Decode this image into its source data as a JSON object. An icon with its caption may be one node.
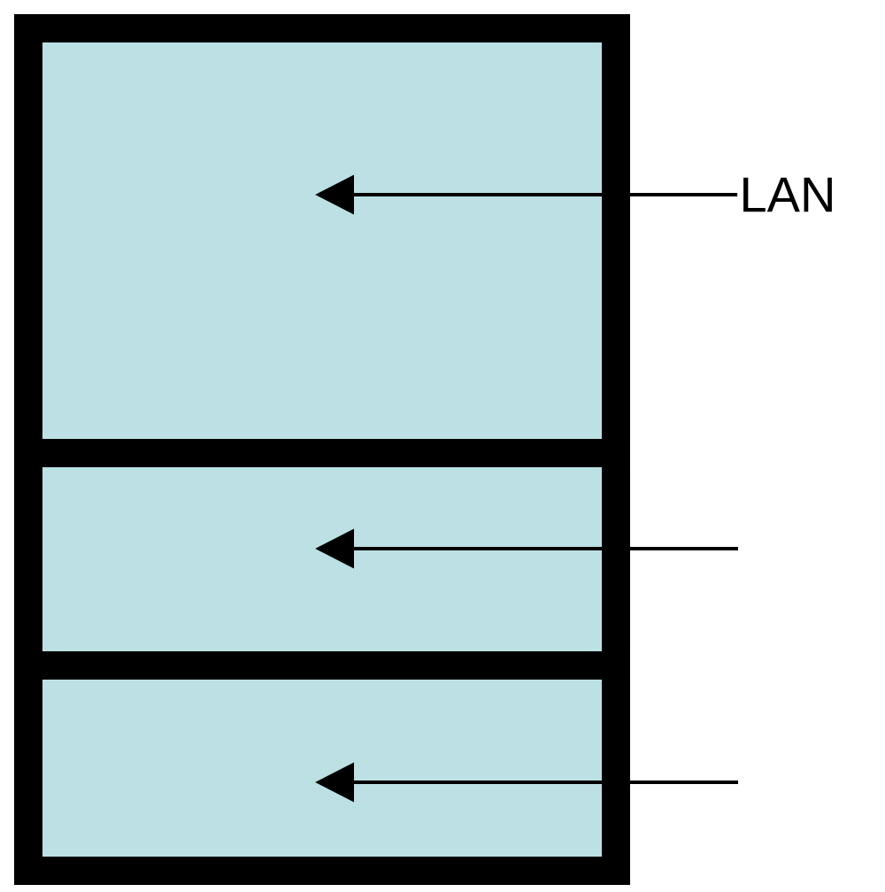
{
  "diagram": {
    "nodes": [
      {
        "text": [],
        "shape": "box"
      },
      {
        "text": [],
        "shape": "box"
      },
      {
        "text": [],
        "shape": "box"
      },
      {
        "text": [
          "LAN"
        ]
      }
    ],
    "edges": [
      {
        "from": 3,
        "to": 0,
        "arrow": "to"
      },
      {
        "from": null,
        "to": 1,
        "arrow": "to"
      },
      {
        "from": null,
        "to": 2,
        "arrow": "to"
      }
    ]
  }
}
